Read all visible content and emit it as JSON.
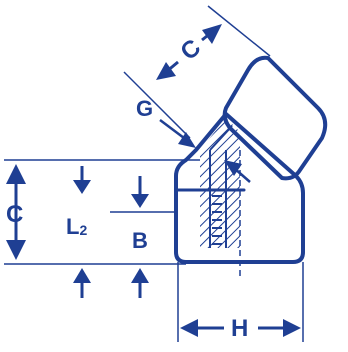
{
  "dimension_labels": {
    "c_top": "C",
    "c_left": "C",
    "g": "G",
    "l2": "L",
    "l2_sub": "2",
    "b": "B",
    "h": "H"
  },
  "colors": {
    "line": "#1f3f93",
    "background": "#ffffff"
  }
}
